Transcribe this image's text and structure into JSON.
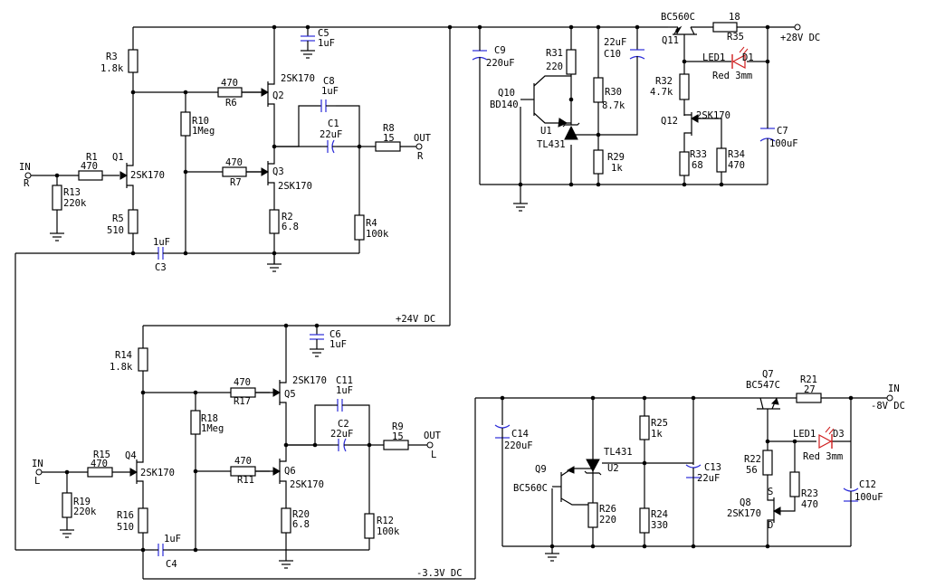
{
  "labels": {
    "R3": "R3",
    "R3_val": "1.8k",
    "R1": "R1",
    "R1_val": "470",
    "R13": "R13",
    "R13_val": "220k",
    "R5": "R5",
    "R5_val": "510",
    "R6": "R6",
    "R6_val": "470",
    "R7": "R7",
    "R7_val": "470",
    "R10": "R10",
    "R10_val": "1Meg",
    "R2": "R2",
    "R2_val": "6.8",
    "R4": "R4",
    "R4_val": "100k",
    "R8": "R8",
    "R8_val": "15",
    "Q1": "Q1",
    "Q1_part": "2SK170",
    "Q2": "Q2",
    "Q2_part": "2SK170",
    "Q3": "Q3",
    "Q3_part": "2SK170",
    "C1": "C1",
    "C1_val": "22uF",
    "C8": "C8",
    "C8_val": "1uF",
    "C3": "C3",
    "C3_val": "1uF",
    "C5": "C5",
    "C5_val": "1uF",
    "in_r_label": "IN",
    "in_r_ch": "R",
    "out_r_label": "OUT",
    "out_r_ch": "R",
    "R14": "R14",
    "R14_val": "1.8k",
    "R15": "R15",
    "R15_val": "470",
    "R19": "R19",
    "R19_val": "220k",
    "R16": "R16",
    "R16_val": "510",
    "R17": "R17",
    "R17_val": "470",
    "R11": "R11",
    "R11_val": "470",
    "R18": "R18",
    "R18_val": "1Meg",
    "R20": "R20",
    "R20_val": "6.8",
    "R12": "R12",
    "R12_val": "100k",
    "R9": "R9",
    "R9_val": "15",
    "Q4": "Q4",
    "Q4_part": "2SK170",
    "Q5": "Q5",
    "Q5_part": "2SK170",
    "Q6": "Q6",
    "Q6_part": "2SK170",
    "C2": "C2",
    "C2_val": "22uF",
    "C11": "C11",
    "C11_val": "1uF",
    "C4": "C4",
    "C4_val": "1uF",
    "C6": "C6",
    "C6_val": "1uF",
    "in_l_label": "IN",
    "in_l_ch": "L",
    "out_l_label": "OUT",
    "out_l_ch": "L",
    "rail_24v": "+24V DC",
    "rail_m33v": "-3.3V DC",
    "C9": "C9",
    "C9_val": "220uF",
    "R31": "R31",
    "R31_val": "220",
    "Q10": "Q10",
    "Q10_part": "BD140",
    "U1": "U1",
    "U1_part": "TL431",
    "R30": "R30",
    "R30_val": "8.7k",
    "R29": "R29",
    "R29_val": "1k",
    "C10": "C10",
    "C10_val": "22uF",
    "Q11": "Q11",
    "Q11_part": "BC560C",
    "R35": "R35",
    "R35_val": "18",
    "R32": "R32",
    "R32_val": "4.7k",
    "Q12": "Q12",
    "Q12_part": "2SK170",
    "R33": "R33",
    "R33_val": "68",
    "R34": "R34",
    "R34_val": "470",
    "LED1_top": "LED1",
    "D1": "D1",
    "D1_val": "Red 3mm",
    "C7": "C7",
    "C7_val": "100uF",
    "in_28v": "+28V DC",
    "C14": "C14",
    "C14_val": "220uF",
    "Q9": "Q9",
    "Q9_part": "BC560C",
    "U2": "U2",
    "U2_part": "TL431",
    "R25": "R25",
    "R25_val": "1k",
    "R26": "R26",
    "R26_val": "220",
    "R24": "R24",
    "R24_val": "330",
    "C13": "C13",
    "C13_val": "22uF",
    "Q7": "Q7",
    "Q7_part": "BC547C",
    "R21": "R21",
    "R21_val": "27",
    "R22": "R22",
    "R22_val": "56",
    "R23": "R23",
    "R23_val": "470",
    "Q8": "Q8",
    "Q8_part": "2SK170",
    "LED1_bot": "LED1",
    "D3": "D3",
    "D3_val": "Red 3mm",
    "C12": "C12",
    "C12_val": "100uF",
    "in_m8v_label": "IN",
    "in_m8v": "-8V DC",
    "q8_s": "S",
    "q8_d": "D"
  },
  "colors": {
    "wire": "#000000",
    "capacitor": "#2b2bd8",
    "led": "#d02020"
  }
}
